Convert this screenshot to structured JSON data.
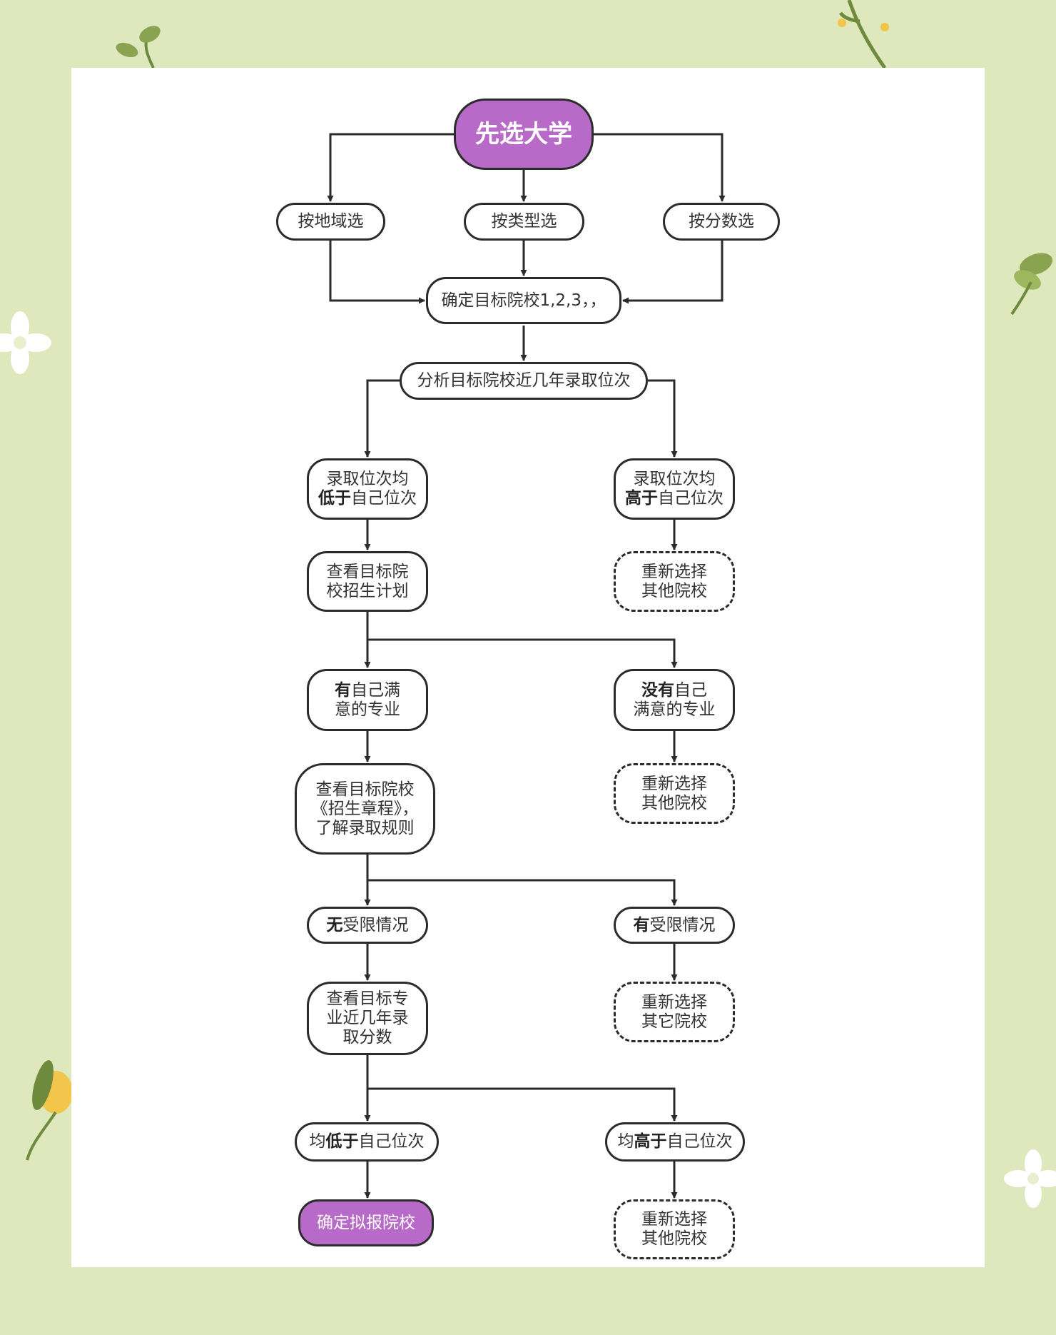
{
  "start": "先选大学",
  "filters": [
    "按地域选",
    "按类型选",
    "按分数选"
  ],
  "target": "确定目标院校1,2,3，，",
  "analyze": "分析目标院校近几年录取位次",
  "rank_lower": {
    "pre": "录取位次均\n",
    "bold": "低于",
    "post": "自己位次"
  },
  "rank_higher": {
    "pre": "录取位次均\n",
    "bold": "高于",
    "post": "自己位次"
  },
  "reselect_other": "重新选择\n其他院校",
  "reselect_other_alt": "重新选择\n其它院校",
  "view_plan": "查看目标院\n校招生计划",
  "has_major": {
    "pre": "",
    "bold": "有",
    "post": "自己满\n意的专业"
  },
  "no_major": {
    "pre": "",
    "bold": "没有",
    "post": "自己\n满意的专业"
  },
  "view_charter": "查看目标院校\n《招生章程》，\n了解录取规则",
  "no_limit": {
    "pre": "",
    "bold": "无",
    "post": "受限情况"
  },
  "has_limit": {
    "pre": "",
    "bold": "有",
    "post": "受限情况"
  },
  "view_scores": "查看目标专\n业近几年录\n取分数",
  "avg_lower": {
    "pre": "均",
    "bold": "低于",
    "post": "自己位次"
  },
  "avg_higher": {
    "pre": "均",
    "bold": "高于",
    "post": "自己位次"
  },
  "final": "确定拟报院校",
  "colors": {
    "background": "#dfe7bd",
    "accent_purple": "#b86ac8",
    "line": "#2b2b2b",
    "leaf_green": "#8aa350",
    "flower_yellow": "#f1c64a"
  }
}
